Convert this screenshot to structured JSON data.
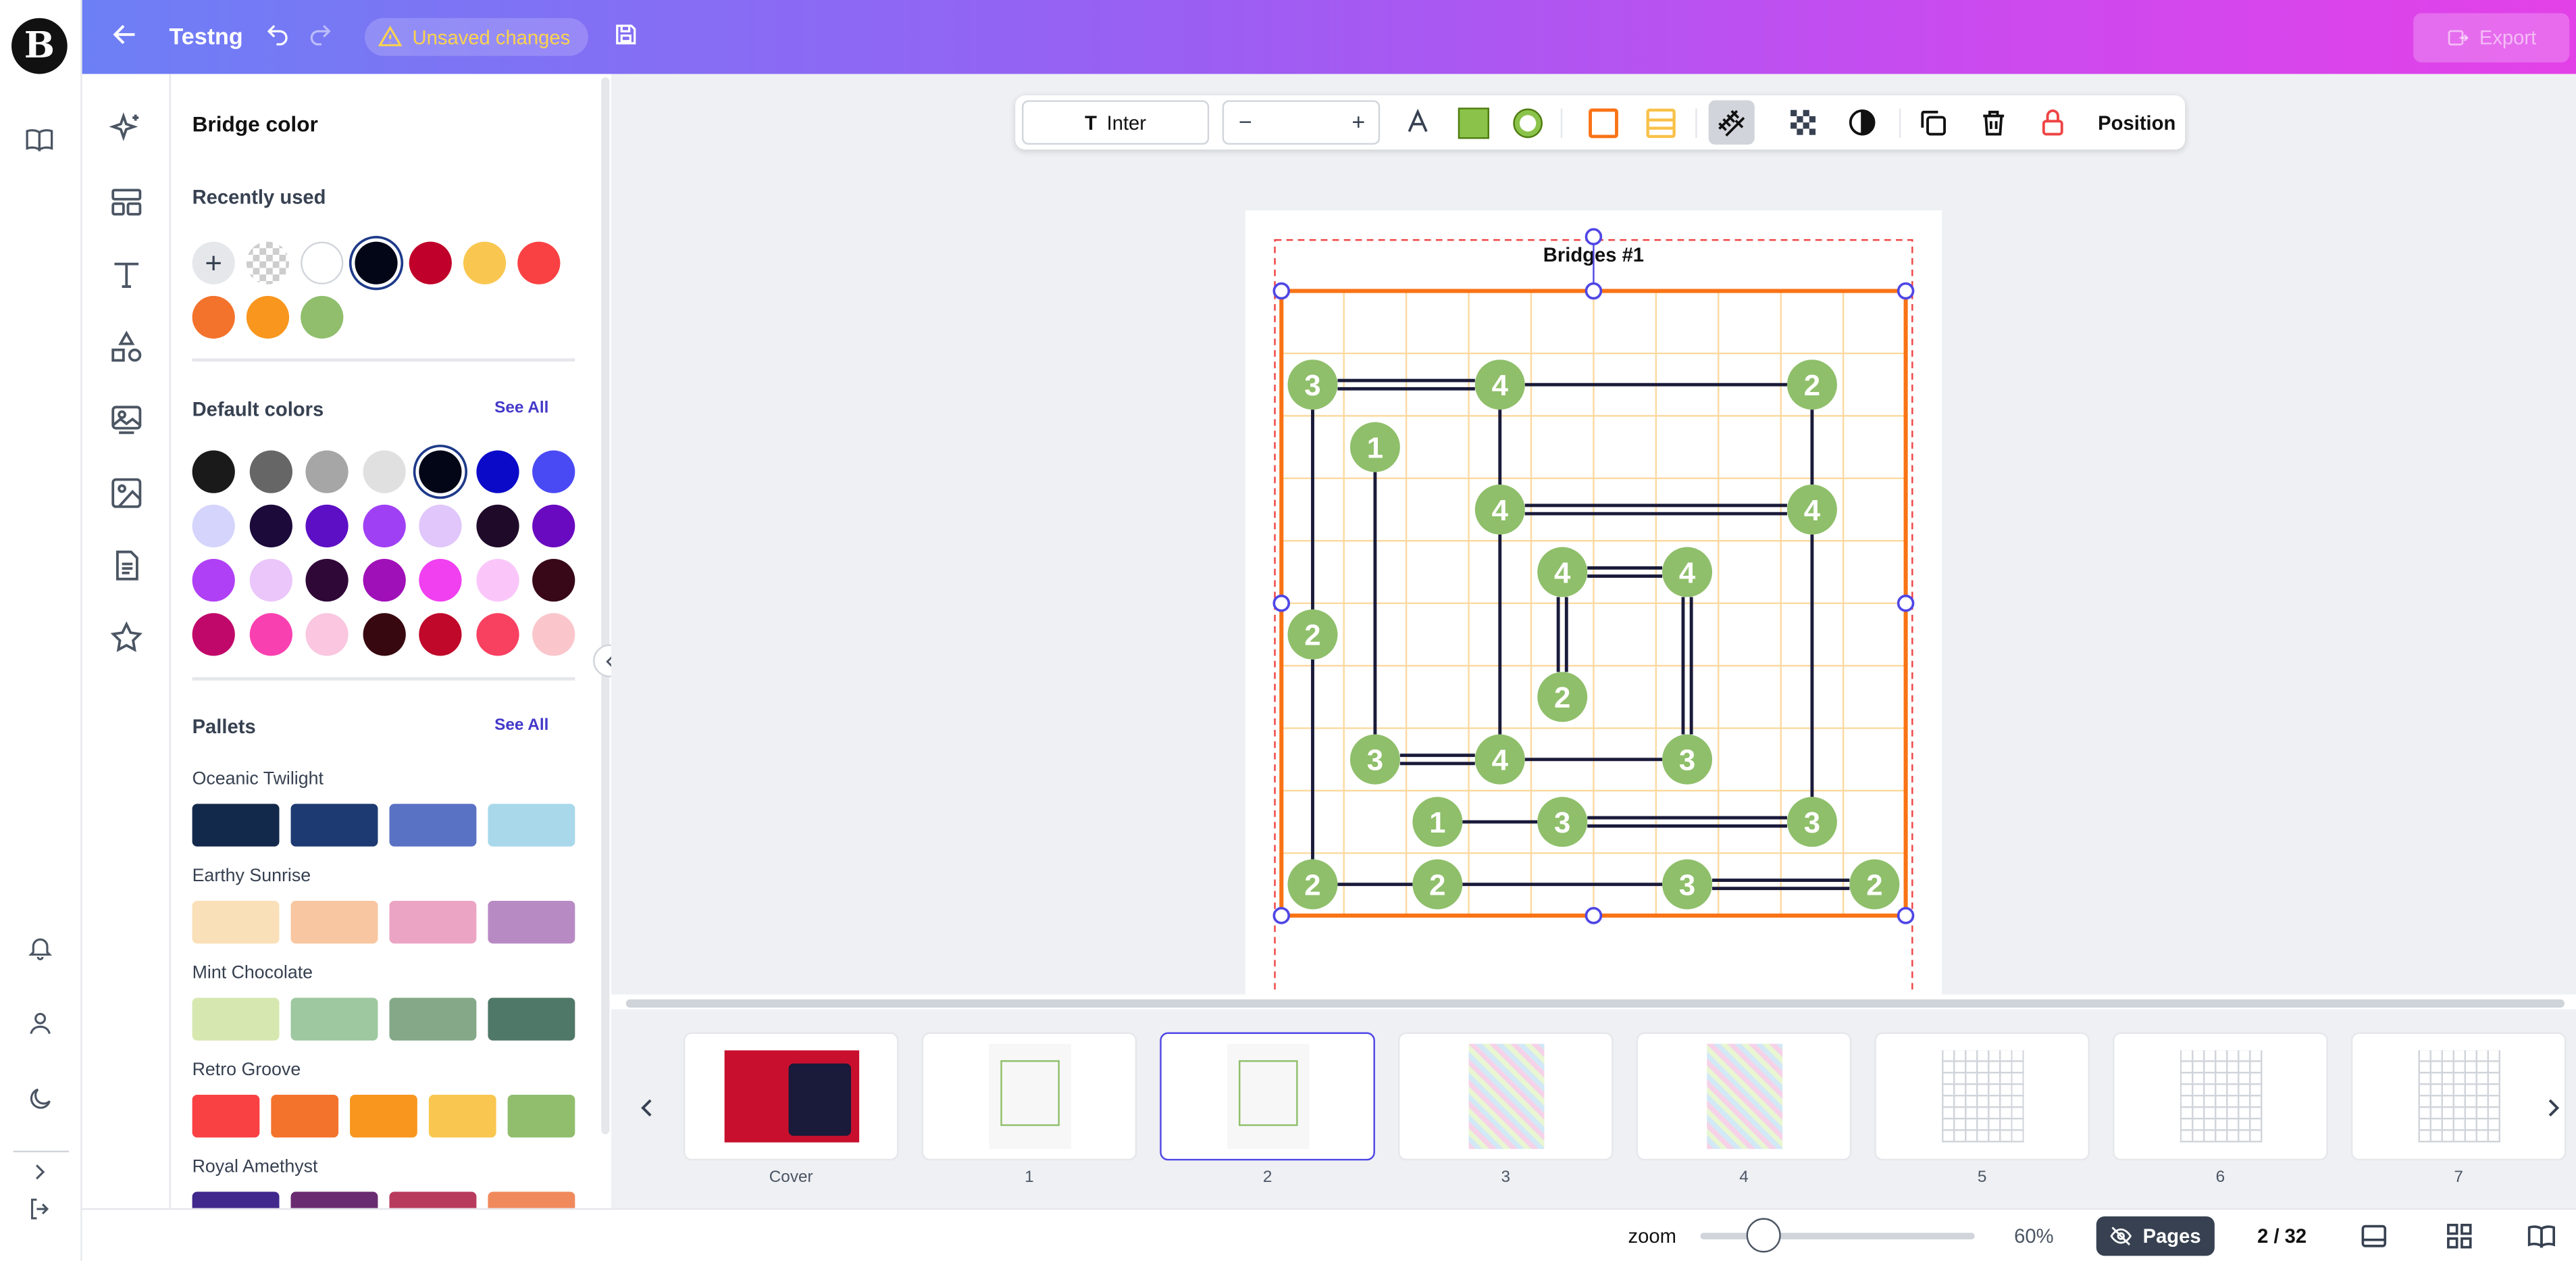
{
  "app": {
    "title": "Testng",
    "unsaved": "Unsaved changes",
    "export": "Export"
  },
  "panel": {
    "title": "Bridge color",
    "recent_label": "Recently used",
    "recent_colors": [
      "#ffffff",
      "#020617",
      "#c0002a",
      "#f9c74f",
      "#f94144",
      "#f3722c",
      "#f8961e",
      "#90be6d"
    ],
    "default_label": "Default colors",
    "see_all": "See All",
    "default_colors": [
      "#1a1a1a",
      "#666666",
      "#a6a6a6",
      "#e0e0e0",
      "#020617",
      "#0a0ac8",
      "#4a4af5",
      "#d4d4fc",
      "#1c0a3a",
      "#5c0fc4",
      "#a040f5",
      "#e0c6fa",
      "#200a2a",
      "#6a0ac0",
      "#b040f5",
      "#eac6fa",
      "#300838",
      "#a010b8",
      "#f040f0",
      "#fac6fa",
      "#380818",
      "#c0086a",
      "#f840b0",
      "#fac6e0",
      "#380810",
      "#c0082a",
      "#f84060",
      "#fac6cc"
    ],
    "pallets_label": "Pallets",
    "pallets": [
      {
        "name": "Oceanic Twilight",
        "colors": [
          "#13294b",
          "#1d3a72",
          "#5a72c4",
          "#a8d8ea"
        ]
      },
      {
        "name": "Earthy Sunrise",
        "colors": [
          "#fae0b8",
          "#f8c6a0",
          "#eca4c4",
          "#b88ac4"
        ]
      },
      {
        "name": "Mint Chocolate",
        "colors": [
          "#d6e8b0",
          "#9ec8a0",
          "#84a888",
          "#507868"
        ]
      },
      {
        "name": "Retro Groove",
        "colors": [
          "#f94144",
          "#f3722c",
          "#f8961e",
          "#f9c74f",
          "#90be6d"
        ]
      },
      {
        "name": "Royal Amethyst",
        "colors": [
          "#40288c",
          "#6a2c70",
          "#b83b5e",
          "#f08a5d"
        ]
      }
    ]
  },
  "toolbar": {
    "font": "Inter",
    "position": "Position",
    "fill_color": "#8bc34a",
    "stroke_color": "#f97316"
  },
  "puzzle": {
    "title": "Bridges #1",
    "grid": 10,
    "islands": [
      {
        "r": 1,
        "c": 0,
        "n": "3"
      },
      {
        "r": 1,
        "c": 3,
        "n": "4"
      },
      {
        "r": 1,
        "c": 8,
        "n": "2"
      },
      {
        "r": 2,
        "c": 1,
        "n": "1"
      },
      {
        "r": 3,
        "c": 3,
        "n": "4"
      },
      {
        "r": 3,
        "c": 8,
        "n": "4"
      },
      {
        "r": 4,
        "c": 4,
        "n": "4"
      },
      {
        "r": 4,
        "c": 6,
        "n": "4"
      },
      {
        "r": 5,
        "c": 0,
        "n": "2"
      },
      {
        "r": 6,
        "c": 4,
        "n": "2"
      },
      {
        "r": 7,
        "c": 1,
        "n": "3"
      },
      {
        "r": 7,
        "c": 3,
        "n": "4"
      },
      {
        "r": 7,
        "c": 6,
        "n": "3"
      },
      {
        "r": 8,
        "c": 2,
        "n": "1"
      },
      {
        "r": 8,
        "c": 4,
        "n": "3"
      },
      {
        "r": 8,
        "c": 8,
        "n": "3"
      },
      {
        "r": 9,
        "c": 0,
        "n": "2"
      },
      {
        "r": 9,
        "c": 2,
        "n": "2"
      },
      {
        "r": 9,
        "c": 6,
        "n": "3"
      },
      {
        "r": 9,
        "c": 9,
        "n": "2"
      }
    ],
    "bridges": [
      {
        "a": [
          1,
          0
        ],
        "b": [
          1,
          3
        ],
        "k": 2
      },
      {
        "a": [
          1,
          3
        ],
        "b": [
          1,
          8
        ],
        "k": 1
      },
      {
        "a": [
          1,
          0
        ],
        "b": [
          5,
          0
        ],
        "k": 1
      },
      {
        "a": [
          5,
          0
        ],
        "b": [
          9,
          0
        ],
        "k": 1
      },
      {
        "a": [
          1,
          3
        ],
        "b": [
          3,
          3
        ],
        "k": 1
      },
      {
        "a": [
          1,
          8
        ],
        "b": [
          3,
          8
        ],
        "k": 1
      },
      {
        "a": [
          3,
          3
        ],
        "b": [
          3,
          8
        ],
        "k": 2
      },
      {
        "a": [
          3,
          3
        ],
        "b": [
          7,
          3
        ],
        "k": 1
      },
      {
        "a": [
          3,
          8
        ],
        "b": [
          8,
          8
        ],
        "k": 1
      },
      {
        "a": [
          2,
          1
        ],
        "b": [
          7,
          1
        ],
        "k": 1
      },
      {
        "a": [
          4,
          4
        ],
        "b": [
          4,
          6
        ],
        "k": 2
      },
      {
        "a": [
          4,
          4
        ],
        "b": [
          6,
          4
        ],
        "k": 2
      },
      {
        "a": [
          4,
          6
        ],
        "b": [
          7,
          6
        ],
        "k": 2
      },
      {
        "a": [
          7,
          1
        ],
        "b": [
          7,
          3
        ],
        "k": 2
      },
      {
        "a": [
          7,
          3
        ],
        "b": [
          7,
          6
        ],
        "k": 1
      },
      {
        "a": [
          8,
          2
        ],
        "b": [
          8,
          4
        ],
        "k": 1
      },
      {
        "a": [
          8,
          4
        ],
        "b": [
          8,
          8
        ],
        "k": 2
      },
      {
        "a": [
          9,
          0
        ],
        "b": [
          9,
          2
        ],
        "k": 1
      },
      {
        "a": [
          9,
          2
        ],
        "b": [
          9,
          6
        ],
        "k": 1
      },
      {
        "a": [
          9,
          6
        ],
        "b": [
          9,
          9
        ],
        "k": 2
      }
    ]
  },
  "thumbnails": [
    {
      "label": "Cover"
    },
    {
      "label": "1"
    },
    {
      "label": "2",
      "selected": true
    },
    {
      "label": "3"
    },
    {
      "label": "4"
    },
    {
      "label": "5"
    },
    {
      "label": "6"
    },
    {
      "label": "7"
    }
  ],
  "bottom": {
    "zoom_label": "zoom",
    "zoom_value": "60%",
    "zoom_level": 0.6,
    "pages_label": "Pages",
    "page_count": "2 / 32"
  }
}
